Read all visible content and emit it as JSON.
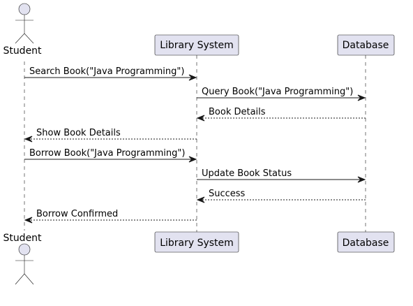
{
  "participants": {
    "student": {
      "name": "Student",
      "kind": "actor"
    },
    "library": {
      "name": "Library System",
      "kind": "participant"
    },
    "database": {
      "name": "Database",
      "kind": "participant"
    }
  },
  "messages": [
    {
      "from": "student",
      "to": "library",
      "label": "Search Book(\"Java Programming\")",
      "style": "solid"
    },
    {
      "from": "library",
      "to": "database",
      "label": "Query Book(\"Java Programming\")",
      "style": "solid"
    },
    {
      "from": "database",
      "to": "library",
      "label": "Book Details",
      "style": "dashed"
    },
    {
      "from": "library",
      "to": "student",
      "label": "Show Book Details",
      "style": "dashed"
    },
    {
      "from": "student",
      "to": "library",
      "label": "Borrow Book(\"Java Programming\")",
      "style": "solid"
    },
    {
      "from": "library",
      "to": "database",
      "label": "Update Book Status",
      "style": "solid"
    },
    {
      "from": "database",
      "to": "library",
      "label": "Success",
      "style": "dashed"
    },
    {
      "from": "library",
      "to": "student",
      "label": "Borrow Confirmed",
      "style": "dashed"
    }
  ],
  "colors": {
    "participant_fill": "#E2E2F0",
    "line": "#181818",
    "background": "#FFFFFF"
  }
}
